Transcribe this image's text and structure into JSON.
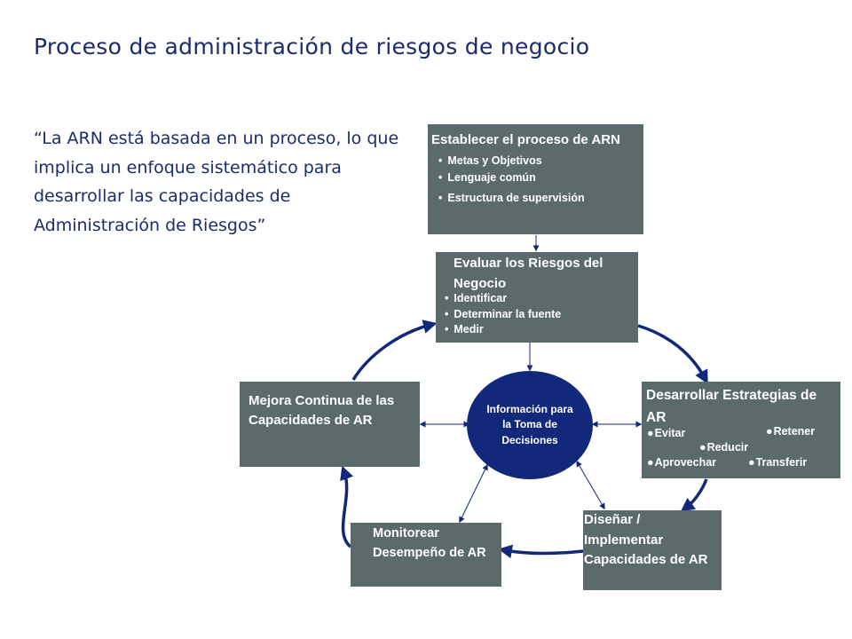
{
  "slide": {
    "title": "Proceso de administración de riesgos de negocio",
    "quote": "“La ARN está basada en un proceso, lo que implica un enfoque sistemático para desarrollar las capacidades de Administración de Riesgos”"
  },
  "diagram": {
    "establecer": {
      "title": "Establecer el proceso de ARN",
      "items": [
        "Metas y Objetivos",
        "Lenguaje común",
        "Estructura de supervisión"
      ]
    },
    "evaluar": {
      "title": "Evaluar los Riesgos del Negocio",
      "items": [
        "Identificar",
        "Determinar la fuente",
        "Medir"
      ]
    },
    "mejora": {
      "title": "Mejora Continua de las Capacidades de AR"
    },
    "desarrollar": {
      "title": "Desarrollar Estrategias de AR",
      "options": [
        "Evitar",
        "Retener",
        "Reducir",
        "Aprovechar",
        "Transferir"
      ]
    },
    "disenar": {
      "title": "Diseñar / Implementar Capacidades de AR"
    },
    "monitorear": {
      "title": "Monitorear Desempeño de AR"
    },
    "center": {
      "title": "Información para la Toma de Decisiones"
    }
  },
  "colors": {
    "box_fill": "#5b6b6b",
    "ellipse_fill": "#12287a",
    "cycle_arrow": "#12287a",
    "connector": "#12287a",
    "title_text": "#1a2c6b"
  }
}
